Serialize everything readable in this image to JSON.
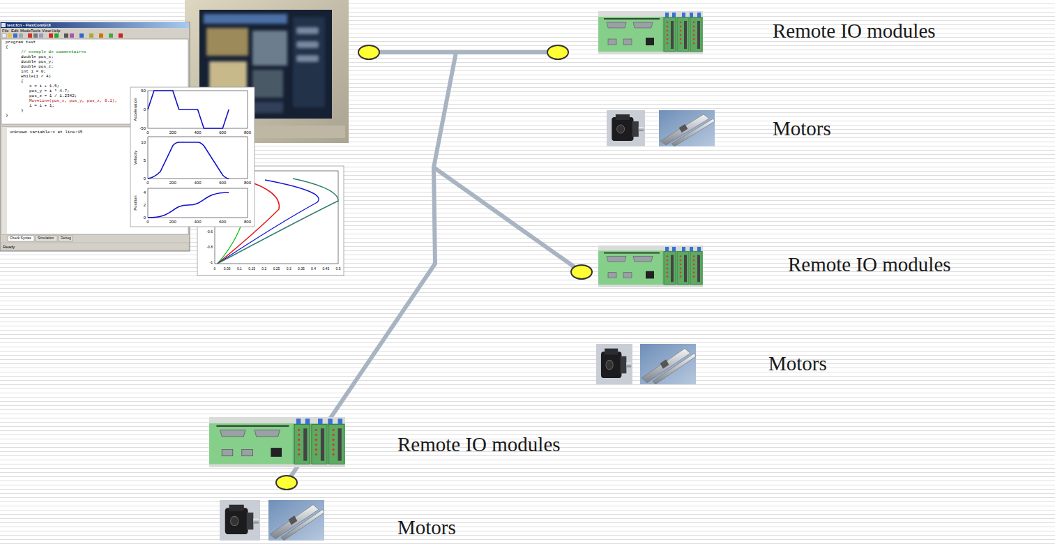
{
  "diagram": {
    "labels": [
      "test.fcn - FlexComGUI",
      "File",
      "Edit",
      "Mode",
      "Tools",
      "View",
      "Help",
      "program test",
      "{",
      "// exemple de commentaires",
      "double pos_x;",
      "double pos_y;",
      "double pos_z;",
      "int i = 0;",
      "while(i < 4)",
      "{",
      "x = i + 1.5;",
      "pos_y = i * 4.7;",
      "pos_z = 1 / 1.2342;",
      "MoveLine(pos_x, pos_y, pos_z, 0.1);",
      "i = i + 1;",
      "}",
      "}",
      "unknown variable:x at line:15",
      "Check Syntax",
      "Simulation",
      "Debug",
      "Ready",
      "50",
      "0",
      "-50",
      "0",
      "200",
      "400",
      "600",
      "800",
      "Acceleration",
      "10",
      "5",
      "0",
      "0",
      "200",
      "400",
      "600",
      "800",
      "Velocity",
      "4",
      "2",
      "0",
      "0",
      "200",
      "400",
      "600",
      "800",
      "Position",
      "0",
      "0.05",
      "0.1",
      "0.15",
      "0.2",
      "0.25",
      "0.3",
      "0.35",
      "0.4",
      "0.45",
      "0.5",
      "-0.6",
      "-0.8",
      "-1",
      "Remote IO modules",
      "Motors",
      "Remote IO modules",
      "Motors",
      "Remote IO modules",
      "Motors"
    ]
  }
}
